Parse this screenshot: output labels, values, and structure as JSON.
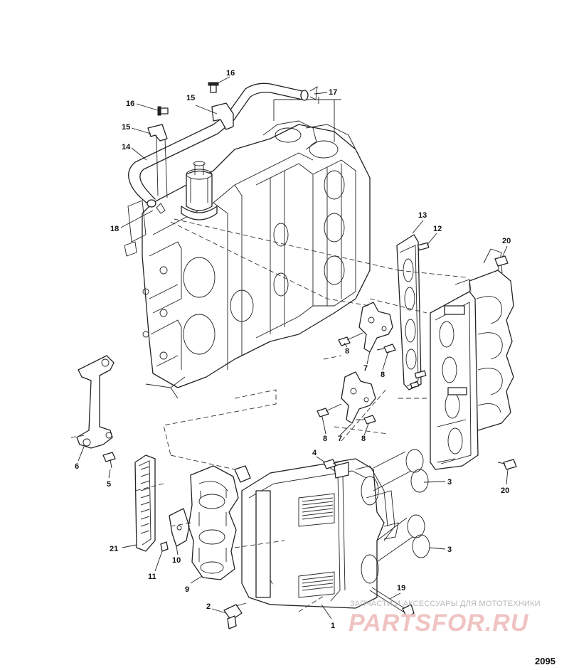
{
  "diagram": {
    "figure_number": "2095",
    "callouts": [
      {
        "id": "c16a",
        "label": "16"
      },
      {
        "id": "c16b",
        "label": "16"
      },
      {
        "id": "c17",
        "label": "17"
      },
      {
        "id": "c15a",
        "label": "15"
      },
      {
        "id": "c15b",
        "label": "15"
      },
      {
        "id": "c14",
        "label": "14"
      },
      {
        "id": "c18",
        "label": "18"
      },
      {
        "id": "c13",
        "label": "13"
      },
      {
        "id": "c12",
        "label": "12"
      },
      {
        "id": "c20a",
        "label": "20"
      },
      {
        "id": "c8a",
        "label": "8"
      },
      {
        "id": "c7a",
        "label": "7"
      },
      {
        "id": "c8b",
        "label": "8"
      },
      {
        "id": "c8c",
        "label": "8"
      },
      {
        "id": "c7b",
        "label": "7"
      },
      {
        "id": "c8d",
        "label": "8"
      },
      {
        "id": "c6",
        "label": "6"
      },
      {
        "id": "c5",
        "label": "5"
      },
      {
        "id": "c4",
        "label": "4"
      },
      {
        "id": "c3a",
        "label": "3"
      },
      {
        "id": "c20b",
        "label": "20"
      },
      {
        "id": "c21",
        "label": "21"
      },
      {
        "id": "c10",
        "label": "10"
      },
      {
        "id": "c11",
        "label": "11"
      },
      {
        "id": "c9",
        "label": "9"
      },
      {
        "id": "c3b",
        "label": "3"
      },
      {
        "id": "c19",
        "label": "19"
      },
      {
        "id": "c2",
        "label": "2"
      },
      {
        "id": "c1",
        "label": "1"
      }
    ]
  },
  "watermark": {
    "subtitle": "ЗАПЧАСТИ И АКСЕССУАРЫ ДЛЯ МОТОТЕХНИКИ",
    "logo": "PARTSFOR.RU"
  }
}
